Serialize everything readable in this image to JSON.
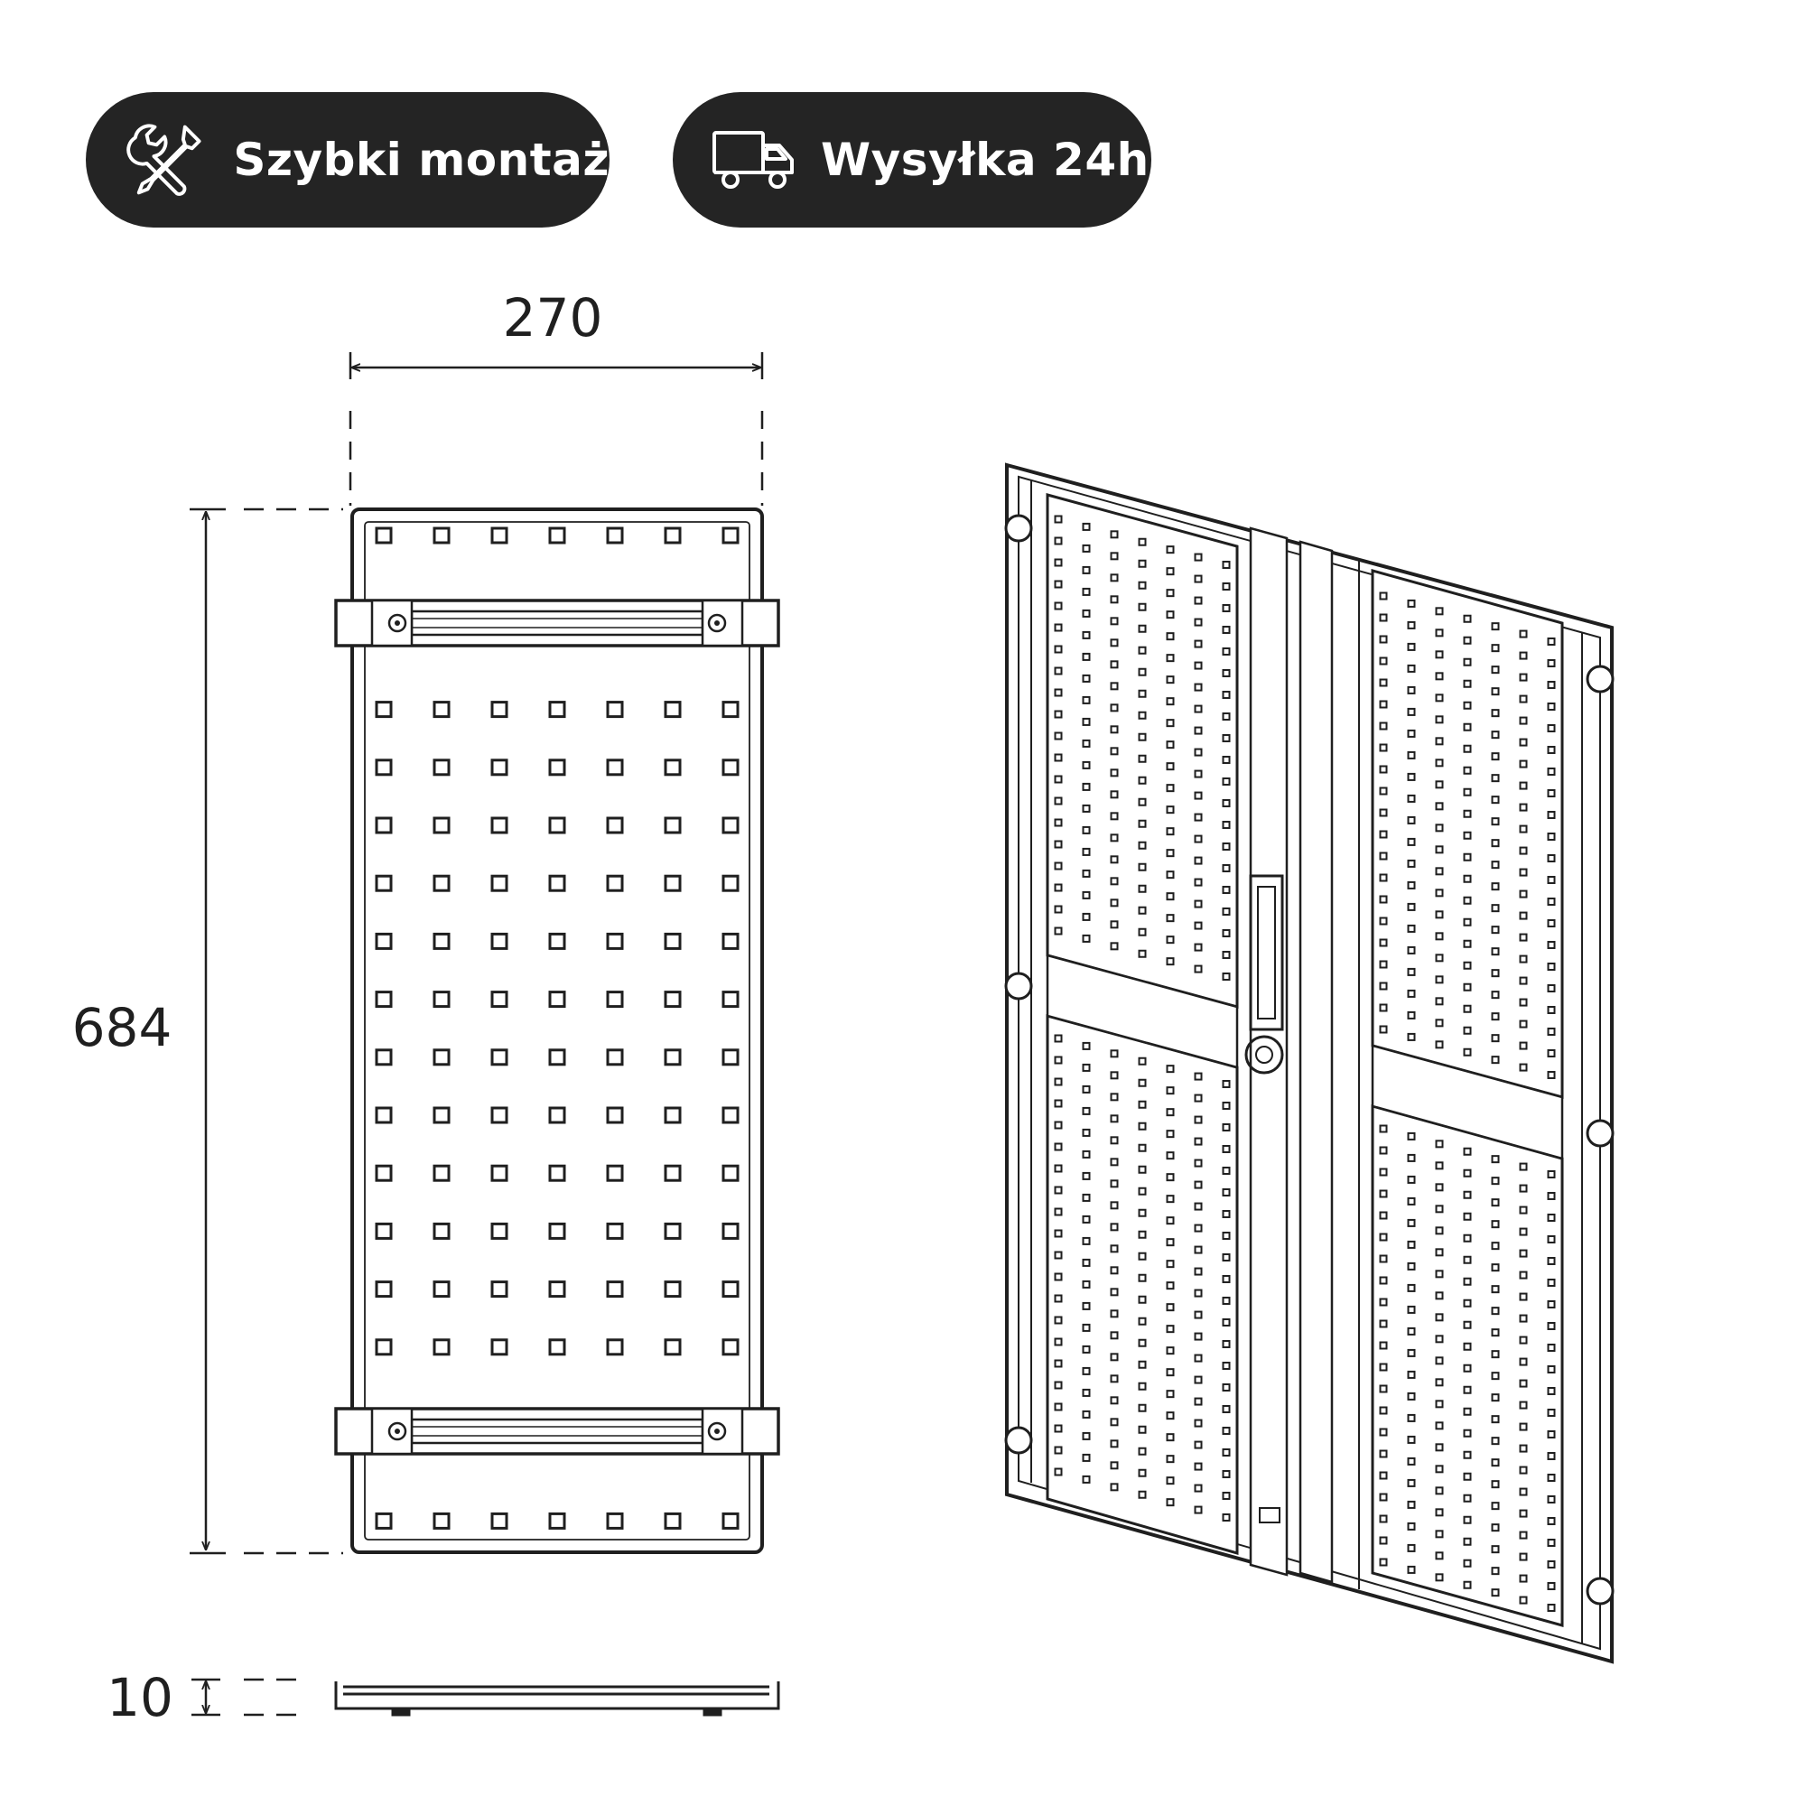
{
  "badges": [
    {
      "label": "Szybki montaż",
      "icon": "tools-icon"
    },
    {
      "label": "Wysyłka 24h",
      "icon": "truck-icon"
    }
  ],
  "dimensions": {
    "width": "270",
    "height": "684",
    "depth": "10"
  },
  "colors": {
    "badge_bg": "#242424",
    "badge_text": "#ffffff",
    "line": "#1f1f1f"
  }
}
